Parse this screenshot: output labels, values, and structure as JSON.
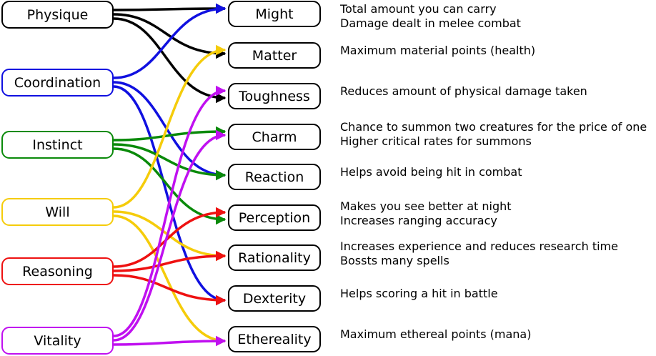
{
  "attributes": [
    {
      "id": "physique",
      "label": "Physique",
      "color": "#000000"
    },
    {
      "id": "coordination",
      "label": "Coordination",
      "color": "#1010e0"
    },
    {
      "id": "instinct",
      "label": "Instinct",
      "color": "#0a8a0a"
    },
    {
      "id": "will",
      "label": "Will",
      "color": "#f5cc0a"
    },
    {
      "id": "reasoning",
      "label": "Reasoning",
      "color": "#ee1111"
    },
    {
      "id": "vitality",
      "label": "Vitality",
      "color": "#c010f0"
    }
  ],
  "stats": [
    {
      "id": "might",
      "label": "Might",
      "desc": [
        "Total amount you can carry",
        "Damage dealt in melee combat"
      ]
    },
    {
      "id": "matter",
      "label": "Matter",
      "desc": [
        "Maximum material points (health)"
      ]
    },
    {
      "id": "toughness",
      "label": "Toughness",
      "desc": [
        "Reduces amount of physical damage taken"
      ]
    },
    {
      "id": "charm",
      "label": "Charm",
      "desc": [
        "Chance to summon two creatures for the price of one",
        "Higher critical rates for summons"
      ]
    },
    {
      "id": "reaction",
      "label": "Reaction",
      "desc": [
        "Helps avoid being hit in combat"
      ]
    },
    {
      "id": "perception",
      "label": "Perception",
      "desc": [
        "Makes you see better at night",
        "Increases ranging accuracy"
      ]
    },
    {
      "id": "rationality",
      "label": "Rationality",
      "desc": [
        "Increases experience and reduces research time",
        "Bossts many spells"
      ]
    },
    {
      "id": "dexterity",
      "label": "Dexterity",
      "desc": [
        "Helps scoring a hit in battle"
      ]
    },
    {
      "id": "ethereality",
      "label": "Ethereality",
      "desc": [
        "Maximum ethereal points (mana)"
      ]
    }
  ],
  "links": [
    {
      "from": "physique",
      "to": "might"
    },
    {
      "from": "physique",
      "to": "matter"
    },
    {
      "from": "physique",
      "to": "toughness"
    },
    {
      "from": "coordination",
      "to": "might"
    },
    {
      "from": "coordination",
      "to": "reaction"
    },
    {
      "from": "coordination",
      "to": "dexterity"
    },
    {
      "from": "instinct",
      "to": "charm"
    },
    {
      "from": "instinct",
      "to": "reaction"
    },
    {
      "from": "instinct",
      "to": "perception"
    },
    {
      "from": "will",
      "to": "matter"
    },
    {
      "from": "will",
      "to": "rationality"
    },
    {
      "from": "will",
      "to": "ethereality"
    },
    {
      "from": "reasoning",
      "to": "perception"
    },
    {
      "from": "reasoning",
      "to": "rationality"
    },
    {
      "from": "reasoning",
      "to": "dexterity"
    },
    {
      "from": "vitality",
      "to": "toughness"
    },
    {
      "from": "vitality",
      "to": "charm"
    },
    {
      "from": "vitality",
      "to": "ethereality"
    }
  ]
}
